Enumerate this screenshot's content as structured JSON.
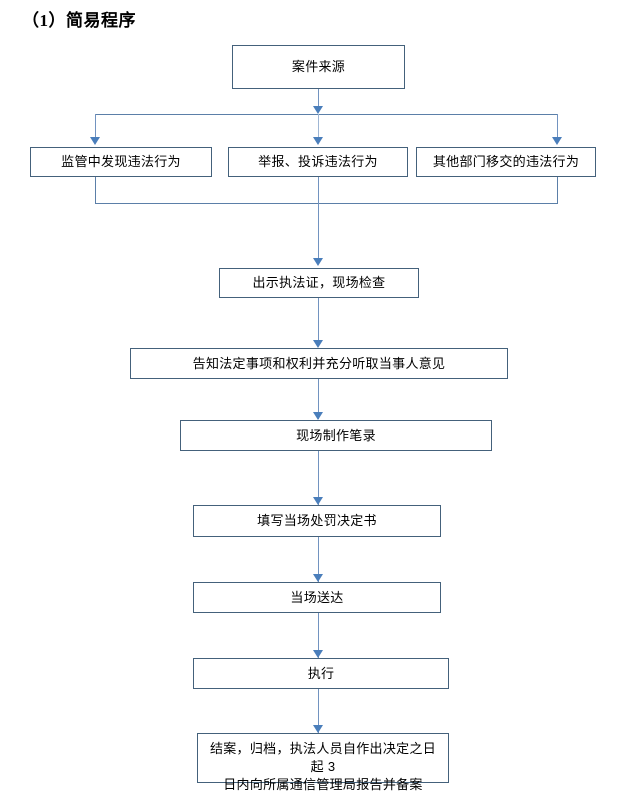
{
  "document": {
    "title": "（1）简易程序"
  },
  "flow": {
    "type": "flowchart",
    "orientation": "top-to-bottom",
    "accent_color": "#4A7EBB",
    "node_border_color": "#44617B",
    "node_fill_color": "#FFFFFF",
    "nodes": [
      {
        "id": "source",
        "label": "案件来源"
      },
      {
        "id": "branch1",
        "label": "监管中发现违法行为"
      },
      {
        "id": "branch2",
        "label": "举报、投诉违法行为"
      },
      {
        "id": "branch3",
        "label": "其他部门移交的违法行为"
      },
      {
        "id": "inspect",
        "label": "出示执法证，现场检查"
      },
      {
        "id": "inform",
        "label": "告知法定事项和权利并充分听取当事人意见"
      },
      {
        "id": "record",
        "label": "现场制作笔录"
      },
      {
        "id": "decision",
        "label": "填写当场处罚决定书"
      },
      {
        "id": "deliver",
        "label": "当场送达"
      },
      {
        "id": "execute",
        "label": "执行"
      },
      {
        "id": "close_line1",
        "label": "结案，归档，执法人员自作出决定之日起 3"
      },
      {
        "id": "close_line2",
        "label": "日内向所属通信管理局报告并备案"
      }
    ]
  }
}
